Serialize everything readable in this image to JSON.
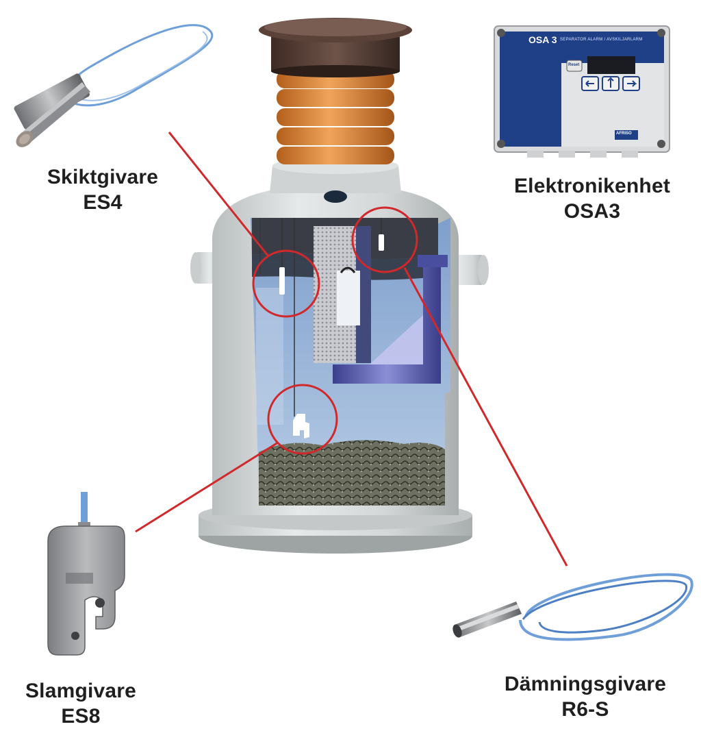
{
  "labels": {
    "skikt": {
      "line1": "Skiktgivare",
      "line2": "ES4"
    },
    "elektronik": {
      "line1": "Elektronikenhet",
      "line2": "OSA3"
    },
    "slam": {
      "line1": "Slamgivare",
      "line2": "ES8"
    },
    "damning": {
      "line1": "Dämningsgivare",
      "line2": "R6-S"
    }
  },
  "device": {
    "title": "OSA 3",
    "subtitle": "SEPARATOR ALARM / AVSKILJARLARM",
    "reset_label": "Reset",
    "brand": "AFRISO"
  },
  "colors": {
    "callout_line": "#d0282b",
    "cable": "#6f9fd9",
    "panel_blue": "#1f3f86",
    "concrete": "#d6dada",
    "water": "#a9c3e2"
  },
  "icons": [
    "es4-sensor-icon",
    "osa3-control-unit-icon",
    "es8-sludge-sensor-icon",
    "r6s-level-sensor-icon",
    "separator-tank-icon"
  ]
}
